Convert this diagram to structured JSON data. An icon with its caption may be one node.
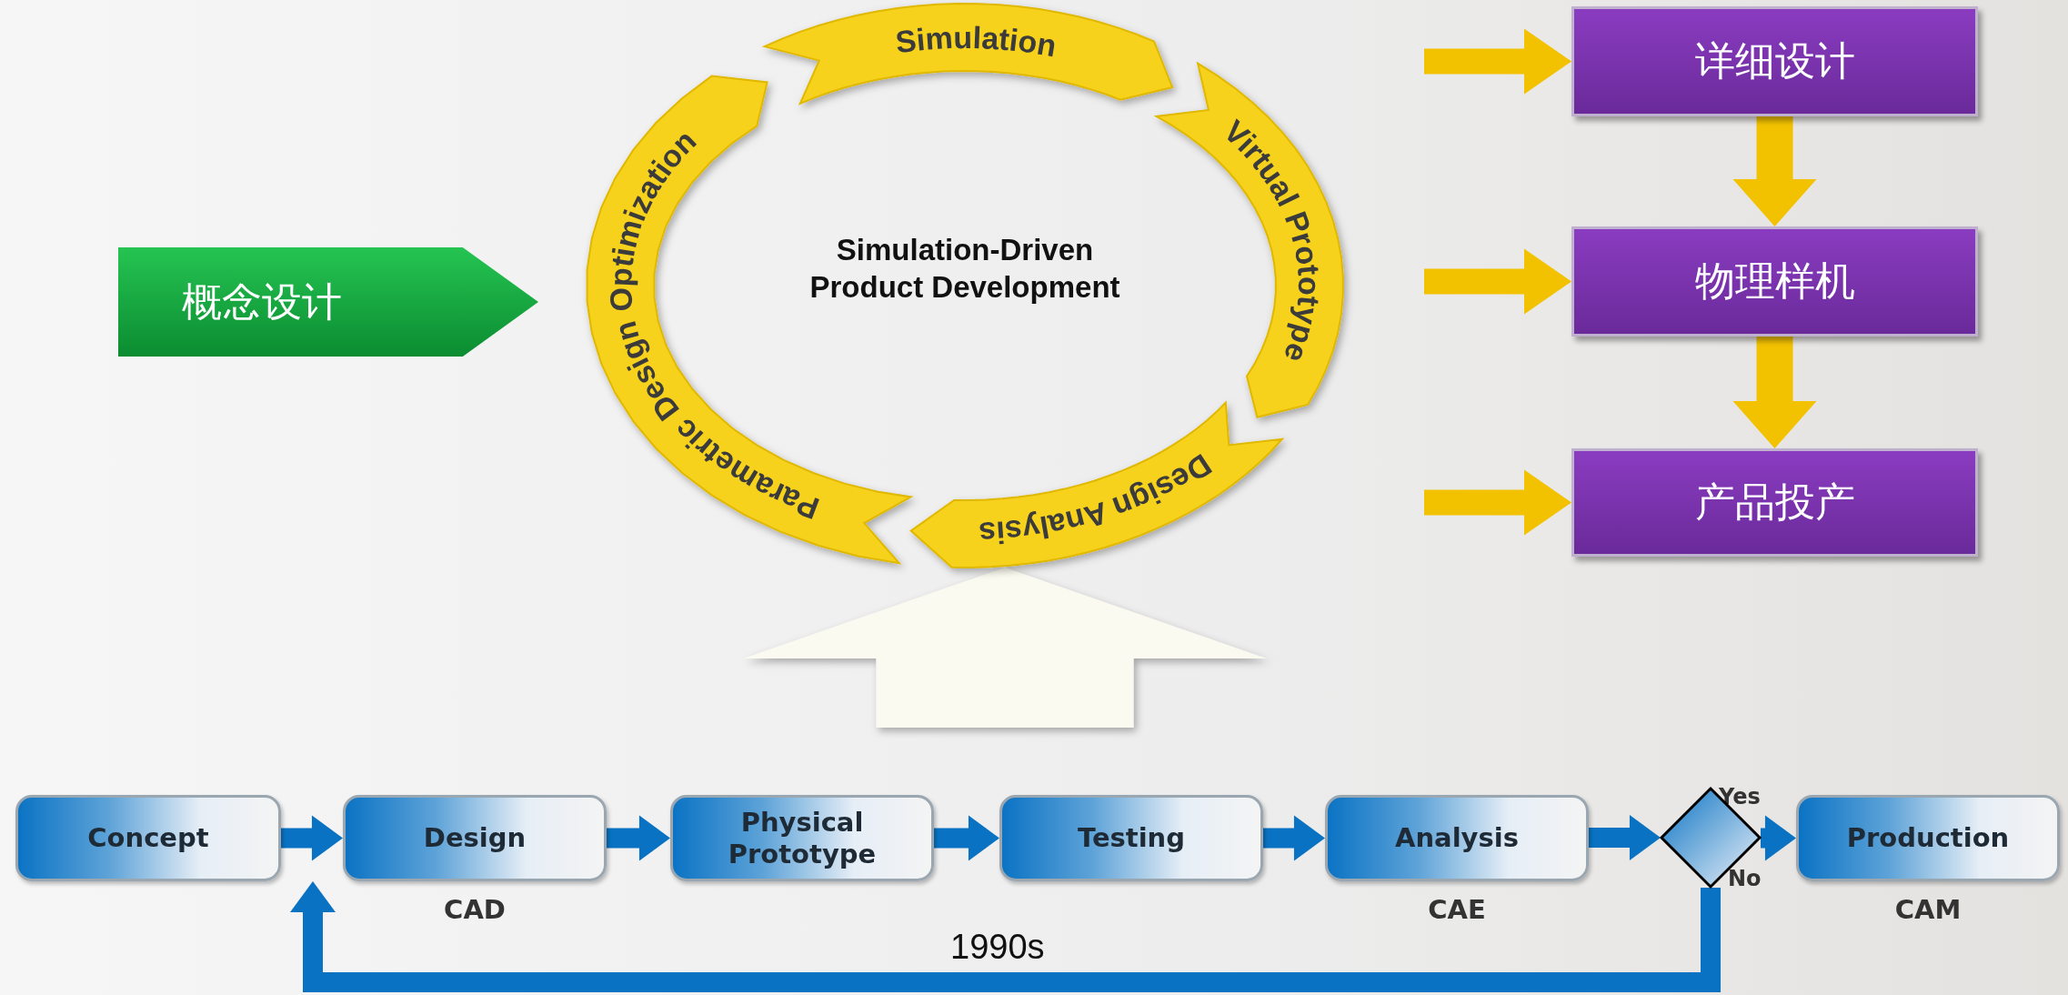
{
  "diagram": {
    "nodes": [
      {
        "text": [
          "概念设计"
        ]
      },
      {
        "text": [
          "Simulation-Driven Product Development"
        ]
      },
      {
        "text": [
          "Simulation"
        ],
        "in": 1
      },
      {
        "text": [
          "Virtual Prototype"
        ],
        "in": 1
      },
      {
        "text": [
          "Design Analysis"
        ],
        "in": 1
      },
      {
        "text": [
          "Parametric Design Optimization"
        ],
        "in": 1
      },
      {
        "text": [
          "详细设计"
        ]
      },
      {
        "text": [
          "物理样机"
        ]
      },
      {
        "text": [
          "产品投产"
        ]
      },
      {
        "text": [
          "Concept"
        ]
      },
      {
        "text": [
          "Design"
        ],
        "beside": [
          "CAD"
        ]
      },
      {
        "text": [
          "Physical Prototype"
        ]
      },
      {
        "text": [
          "Testing"
        ]
      },
      {
        "text": [
          "Analysis"
        ],
        "beside": [
          "CAE"
        ]
      },
      {
        "text": [],
        "shape": "diamond"
      },
      {
        "text": [
          "Production"
        ],
        "beside": [
          "CAM"
        ]
      }
    ],
    "edges": [
      {
        "from": null,
        "to": 6,
        "arrow": "to",
        "color": "#f2c200"
      },
      {
        "from": null,
        "to": 7,
        "arrow": "to",
        "color": "#f2c200"
      },
      {
        "from": null,
        "to": 8,
        "arrow": "to",
        "color": "#f2c200"
      },
      {
        "from": 6,
        "to": 7,
        "arrow": "to",
        "style": "thick",
        "color": "#f2c200"
      },
      {
        "from": 7,
        "to": 8,
        "arrow": "to",
        "style": "thick",
        "color": "#f2c200"
      },
      {
        "from": null,
        "to": 1,
        "arrow": "to",
        "style": "thick",
        "color": "#fbfaf0"
      },
      {
        "from": 9,
        "to": 10,
        "arrow": "to"
      },
      {
        "from": 10,
        "to": 11,
        "arrow": "to"
      },
      {
        "from": 11,
        "to": 12,
        "arrow": "to"
      },
      {
        "from": 12,
        "to": 13,
        "arrow": "to"
      },
      {
        "from": 13,
        "to": 14,
        "arrow": "to"
      },
      {
        "from": 14,
        "to": 15,
        "arrow": "to",
        "label": "Yes"
      },
      {
        "from": 14,
        "to": 10,
        "arrow": "to",
        "label": "No"
      }
    ],
    "labels": [
      "1990s"
    ]
  }
}
